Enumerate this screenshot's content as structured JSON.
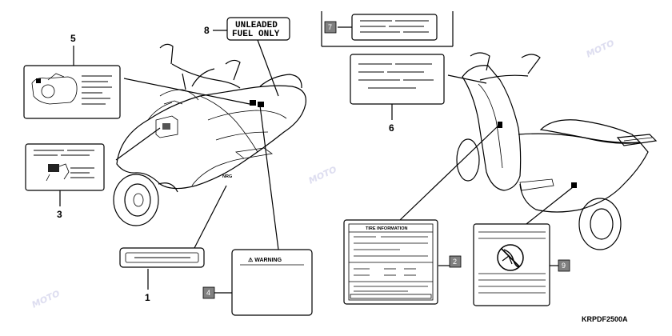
{
  "labels": {
    "unleaded_line1": "UNLEADED",
    "unleaded_line2": "FUEL ONLY",
    "tire_header": "TIRE INFORMATION",
    "warning_text": "⚠ WARNING",
    "diagram_code": "KRPDF2500A",
    "watermark": "MOTO"
  },
  "callouts": {
    "n1": "1",
    "n2": "2",
    "n3": "3",
    "n4": "4",
    "n5": "5",
    "n6": "6",
    "n7": "7",
    "n8": "8",
    "n9": "9"
  },
  "colors": {
    "line": "#000000",
    "box_fill": "#808080",
    "watermark": "#d9d9ee"
  }
}
